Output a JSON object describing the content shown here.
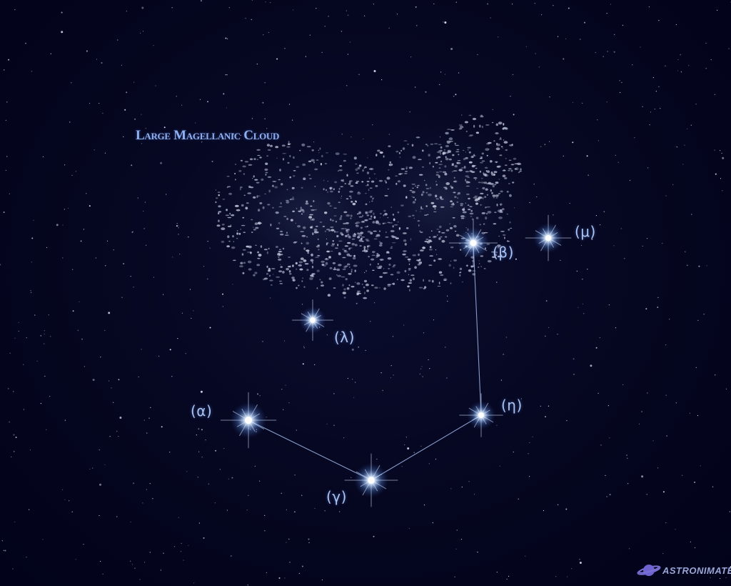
{
  "cloud_label": "Large Magellanic Cloud",
  "stars": {
    "alpha": "(α)",
    "beta": "(β)",
    "gamma": "(γ)",
    "eta": "(η)",
    "lambda": "(λ)",
    "mu": "(μ)"
  },
  "brand": {
    "name": "ASTRONIMATE",
    "icon": "planet-icon"
  },
  "colors": {
    "sky": "#03041a",
    "label": "#a9c4f5",
    "line": "#9fb6e8",
    "star_glow": "#8fc0ff"
  }
}
